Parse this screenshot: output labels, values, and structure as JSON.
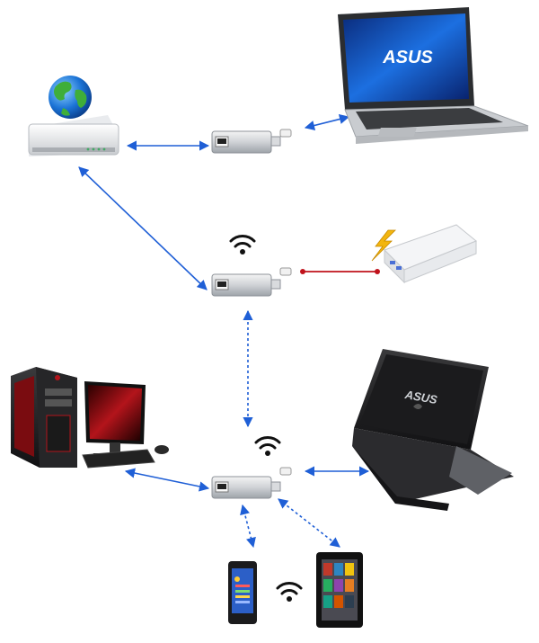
{
  "diagram": {
    "brand_text": "ASUS",
    "link_color": "#1f5fd6",
    "power_line_color": "#c0121b",
    "power_bolt_color": "#f2b50f",
    "nodes": [
      {
        "id": "internet",
        "label": "",
        "icon": "globe-icon"
      },
      {
        "id": "router",
        "label": "",
        "icon": "router-icon"
      },
      {
        "id": "adapter-top",
        "label": "",
        "icon": "ethernet-adapter-icon"
      },
      {
        "id": "ultrabook",
        "label": "",
        "icon": "laptop-icon"
      },
      {
        "id": "adapter-middle",
        "label": "",
        "icon": "wireless-adapter-icon"
      },
      {
        "id": "power-bank",
        "label": "",
        "icon": "power-bank-icon"
      },
      {
        "id": "adapter-bottom",
        "label": "",
        "icon": "wireless-adapter-icon"
      },
      {
        "id": "gaming-desktop",
        "label": "",
        "icon": "desktop-pc-icon"
      },
      {
        "id": "gaming-laptop",
        "label": "",
        "icon": "laptop-icon"
      },
      {
        "id": "smartphone",
        "label": "",
        "icon": "phone-icon"
      },
      {
        "id": "tablet",
        "label": "",
        "icon": "tablet-icon"
      }
    ],
    "connections": [
      {
        "from": "router",
        "to": "adapter-top",
        "style": "wired"
      },
      {
        "from": "adapter-top",
        "to": "ultrabook",
        "style": "wired"
      },
      {
        "from": "router",
        "to": "adapter-middle",
        "style": "wired"
      },
      {
        "from": "power-bank",
        "to": "adapter-middle",
        "style": "power"
      },
      {
        "from": "adapter-middle",
        "to": "adapter-bottom",
        "style": "wireless"
      },
      {
        "from": "gaming-desktop",
        "to": "adapter-bottom",
        "style": "wired"
      },
      {
        "from": "adapter-bottom",
        "to": "gaming-laptop",
        "style": "wired"
      },
      {
        "from": "adapter-bottom",
        "to": "smartphone",
        "style": "wireless"
      },
      {
        "from": "adapter-bottom",
        "to": "tablet",
        "style": "wireless"
      }
    ]
  }
}
